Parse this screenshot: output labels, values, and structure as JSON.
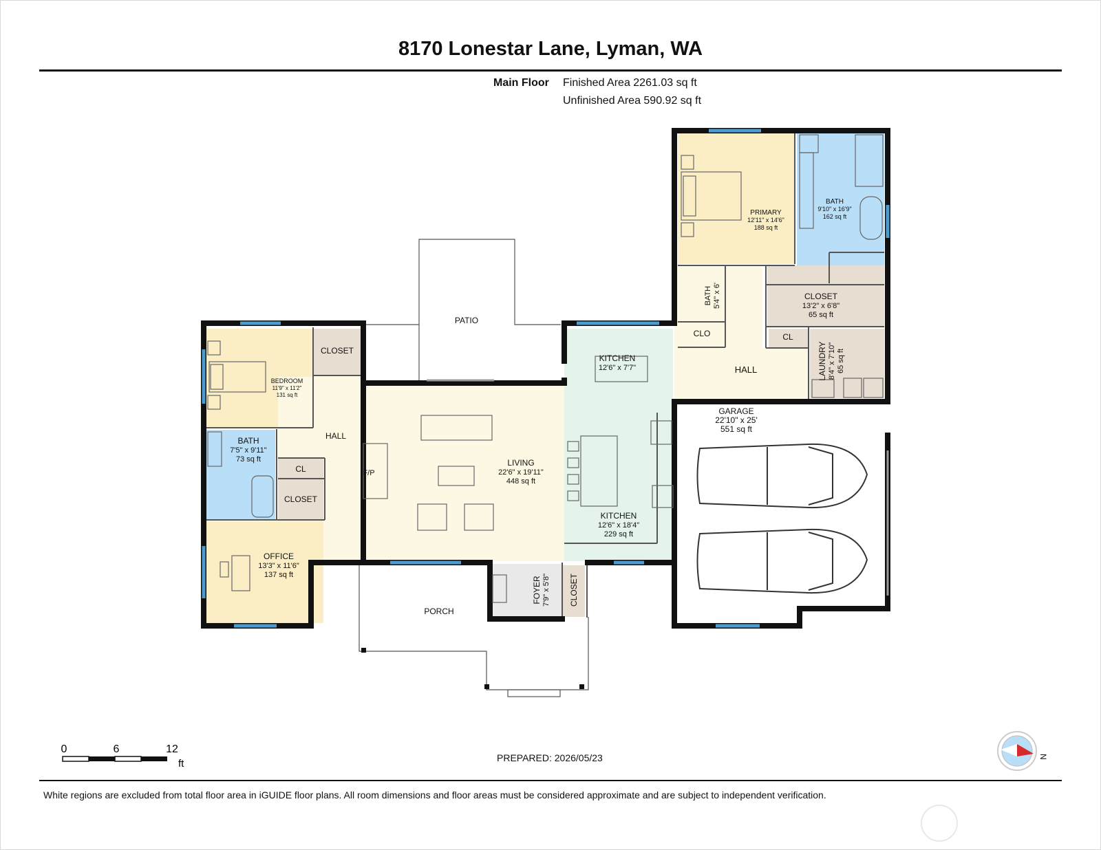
{
  "title": "8170 Lonestar Lane, Lyman, WA",
  "summary": {
    "floor_label": "Main Floor",
    "finished": "Finished Area 2261.03 sq ft",
    "unfinished": "Unfinished Area 590.92 sq ft"
  },
  "rooms": {
    "primary": {
      "name": "PRIMARY",
      "dims": "12'11\" x 14'6\"",
      "area": "188 sq ft"
    },
    "bath_primary": {
      "name": "BATH",
      "dims": "9'10\" x 16'9\"",
      "area": "162 sq ft"
    },
    "bath_small": {
      "name": "BATH",
      "dims": "5'4\" x 6'"
    },
    "closet_primary": {
      "name": "CLOSET",
      "dims": "13'2\" x 6'8\"",
      "area": "65 sq ft"
    },
    "clo": {
      "name": "CLO"
    },
    "cl_hall": {
      "name": "CL"
    },
    "laundry": {
      "name": "LAUNDRY",
      "dims": "8'4\" x 7'10\"",
      "area": "65 sq ft"
    },
    "hall_east": {
      "name": "HALL"
    },
    "garage": {
      "name": "GARAGE",
      "dims": "22'10\" x 25'",
      "area": "551 sq ft"
    },
    "kitchen_dining": {
      "name": "KITCHEN",
      "dims": "12'6\" x 7'7\""
    },
    "kitchen": {
      "name": "KITCHEN",
      "dims": "12'6\" x 18'4\"",
      "area": "229 sq ft"
    },
    "living": {
      "name": "LIVING",
      "dims": "22'6\" x 19'11\"",
      "area": "448 sq ft"
    },
    "fireplace": {
      "name": "F/P"
    },
    "patio": {
      "name": "PATIO"
    },
    "bedroom": {
      "name": "BEDROOM",
      "dims": "11'9\" x 11'2\"",
      "area": "131 sq ft"
    },
    "closet_bedroom": {
      "name": "CLOSET"
    },
    "hall_west": {
      "name": "HALL"
    },
    "bath_west": {
      "name": "BATH",
      "dims": "7'5\" x 9'11\"",
      "area": "73 sq ft"
    },
    "cl_west": {
      "name": "CL"
    },
    "closet_west": {
      "name": "CLOSET"
    },
    "office": {
      "name": "OFFICE",
      "dims": "13'3\" x 11'6\"",
      "area": "137 sq ft"
    },
    "foyer": {
      "name": "FOYER",
      "dims": "7'9\" x 5'8\""
    },
    "closet_foyer": {
      "name": "CLOSET"
    },
    "porch": {
      "name": "PORCH"
    }
  },
  "scale": {
    "t0": "0",
    "t1": "6",
    "t2": "12",
    "unit": "ft"
  },
  "compass_label": "N",
  "prepared": "PREPARED: 2026/05/23",
  "disclaimer": "White regions are excluded from total floor area in iGUIDE floor plans. All room dimensions and floor areas must be considered approximate and are subject to independent verification.",
  "colors": {
    "bedroom": "#fbeec4",
    "bath": "#b9def7",
    "closet": "#e7ddd0",
    "living": "#fdf8e3",
    "kitchen": "#e4f4ea",
    "foyer": "#e9e9e9",
    "window": "#4a9bd0",
    "wall": "#111111"
  }
}
